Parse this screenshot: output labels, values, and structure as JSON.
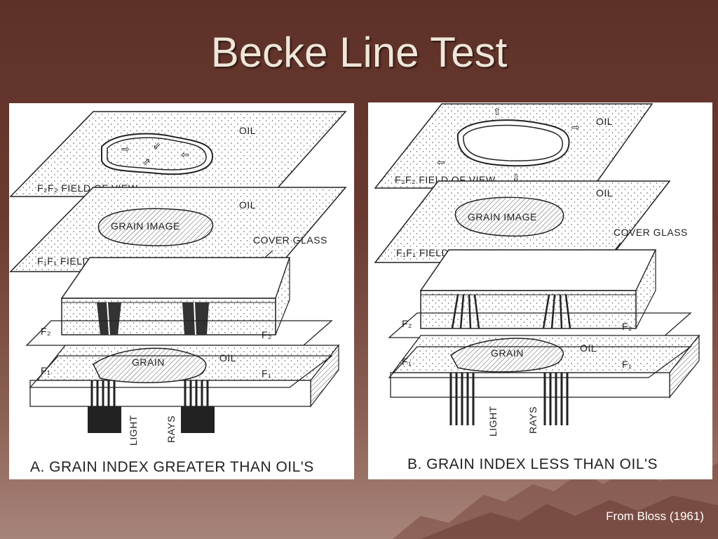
{
  "slide": {
    "title": "Becke Line Test",
    "credit": "From Bloss (1961)"
  },
  "panel_a": {
    "caption": "A. GRAIN INDEX GREATER THAN OIL'S",
    "labels": {
      "oil_top": "OIL",
      "f2_field": "F₂F₂ FIELD OF VIEW",
      "oil_mid": "OIL",
      "grain_image": "GRAIN IMAGE",
      "f1_field": "F₁F₁ FIELD OF VIEW",
      "cover_glass": "COVER GLASS",
      "f2_left": "F₂",
      "f2_right": "F₂",
      "grain": "GRAIN",
      "oil_slide": "OIL",
      "f1_left": "F₁",
      "f1_right": "F₁",
      "light": "LIGHT",
      "rays": "RAYS"
    }
  },
  "panel_b": {
    "caption": "B. GRAIN INDEX LESS THAN OIL'S",
    "labels": {
      "oil_top": "OIL",
      "f2_field": "F₂F₂ FIELD OF VIEW",
      "oil_mid": "OIL",
      "grain_image": "GRAIN IMAGE",
      "f1_field": "F₁F₁ FIELD OF VIEW",
      "cover_glass": "COVER GLASS",
      "f2_left": "F₂",
      "f2_right": "F₂",
      "grain": "GRAIN",
      "oil_slide": "OIL",
      "f1_left": "F₁",
      "f1_right": "F₁",
      "light": "LIGHT",
      "rays": "RAYS"
    }
  }
}
